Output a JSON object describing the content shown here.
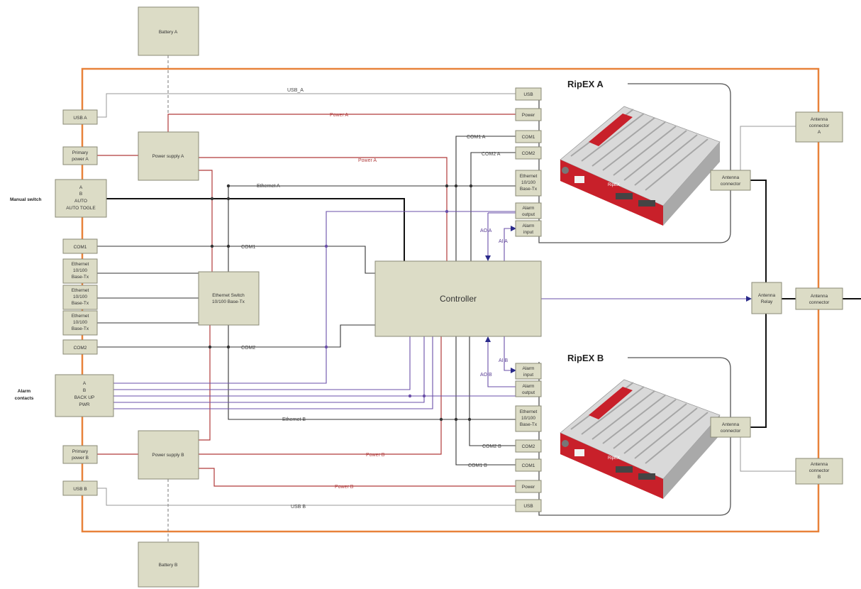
{
  "blocks": {
    "battery_a": "Battery A",
    "battery_b": "Battery B",
    "usb_a": "USB A",
    "usb_b": "USB B",
    "primary_power_a": [
      "Primary",
      "power A"
    ],
    "primary_power_b": [
      "Primary",
      "power B"
    ],
    "power_supply_a": "Power supply A",
    "power_supply_b": "Power supply B",
    "manual_switch_lines": [
      "A",
      "B",
      "AUTO",
      "AUTO TOGLE"
    ],
    "com1": "COM1",
    "com2": "COM2",
    "ethernet_port": [
      "Ethernet",
      "10/100",
      "Base-Tx"
    ],
    "ethernet_switch": [
      "Ethernet Switch",
      "10/100 Base-Tx"
    ],
    "alarm_lines": [
      "A",
      "B",
      "BACK UP",
      "PWR"
    ],
    "controller": "Controller",
    "antenna_relay": [
      "Antenna",
      "Relay"
    ],
    "antenna_connector_main": [
      "Antenna",
      "connector"
    ],
    "antenna_connector_a": [
      "Antenna",
      "connector",
      "A"
    ],
    "antenna_connector_b": [
      "Antenna",
      "connector",
      "B"
    ],
    "ripex_antenna_connector": [
      "Antenna",
      "connector"
    ],
    "port_usb": "USB",
    "port_power": "Power",
    "port_com1": "COM1",
    "port_com2": "COM2",
    "port_ethernet": [
      "Ethernet",
      "10/100",
      "Base-Tx"
    ],
    "port_alarm_output": [
      "Alarm",
      "output"
    ],
    "port_alarm_input": [
      "Alarm",
      "input"
    ]
  },
  "side_labels": {
    "manual_switch": "Manual switch",
    "alarm_contacts": [
      "Alarm",
      "contacts"
    ]
  },
  "ripex": {
    "a_title": "RipEX A",
    "b_title": "RipEX B",
    "panel_text": "RipEX"
  },
  "wire_labels": {
    "usb_a": "USB_A",
    "usb_b": "USB B",
    "power_a": "Power A",
    "power_b": "Power B",
    "com1_a": "COM1 A",
    "com2_a": "COM2 A",
    "com1_b": "COM1 B",
    "com2_b": "COM2 B",
    "ethernet_a": "Ethernet A",
    "ethernet_b": "Ethernet B",
    "com1": "COM1",
    "com2": "COM2",
    "ai_a": "AI A",
    "ao_a": "AO A",
    "ai_b": "AI B",
    "ao_b": "AO B"
  },
  "colors": {
    "frame": "#e8823a",
    "power_wire": "#b03a3a",
    "alarm_wire": "#6a4fa8",
    "signal_wire": "#333333",
    "usb_wire": "#9a9a9a",
    "block_fill": "#dcdcc6",
    "ripex_body": "#c8202a"
  }
}
